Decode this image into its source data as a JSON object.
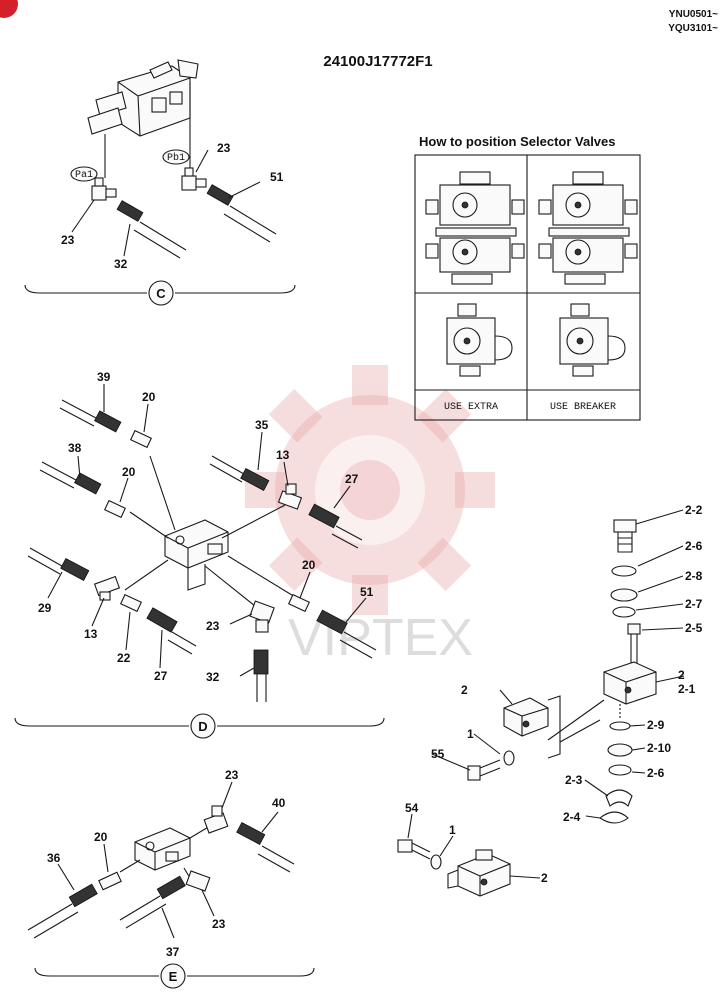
{
  "header": {
    "model_codes": [
      "YNU0501~",
      "YQU3101~"
    ],
    "part_number": "24100J17772F1"
  },
  "watermark": {
    "text": "VIPTEX",
    "color": "#e8a0a0"
  },
  "selector_box": {
    "title": "How to position Selector Valves",
    "captions": [
      "USE EXTRA",
      "USE BREAKER"
    ]
  },
  "sections": {
    "C": {
      "circle_label": "C",
      "port_labels": [
        "Pa1",
        "Pb1"
      ],
      "callouts": [
        "23",
        "51",
        "23",
        "32"
      ]
    },
    "D": {
      "circle_label": "D",
      "callouts": [
        "39",
        "20",
        "35",
        "13",
        "27",
        "38",
        "20",
        "29",
        "13",
        "22",
        "27",
        "23",
        "32",
        "20",
        "51"
      ]
    },
    "E": {
      "circle_label": "E",
      "callouts": [
        "23",
        "40",
        "20",
        "36",
        "23",
        "37"
      ]
    },
    "valve": {
      "callouts": [
        "2-2",
        "2-6",
        "2-8",
        "2-7",
        "2-5",
        "2",
        "2-1",
        "2",
        "1",
        "55",
        "2-9",
        "2-10",
        "2-3",
        "2-6",
        "2-4",
        "54",
        "1",
        "2"
      ]
    }
  }
}
